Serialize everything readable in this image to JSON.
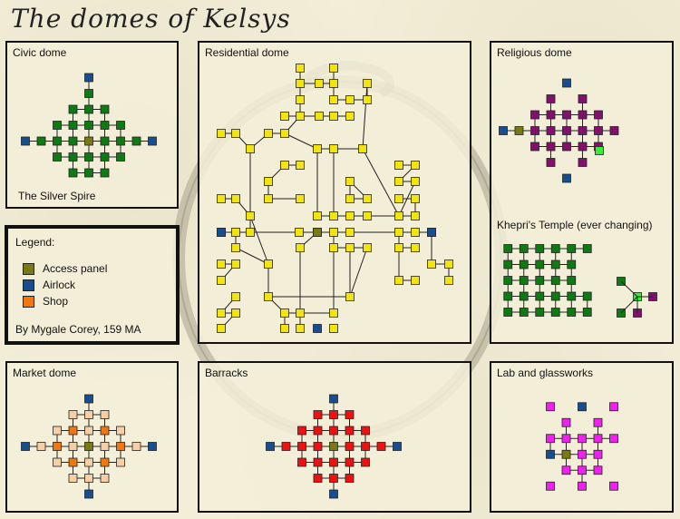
{
  "title": "The domes of Kelsys",
  "colors": {
    "background": "#f3eed8",
    "civic": "#0f7a14",
    "access": "#7a7a14",
    "airlock": "#174e8f",
    "shop": "#f0780f",
    "residential": "#f2e40e",
    "religious": "#84106e",
    "religious_highlight": "#34f034",
    "market": "#f7cfa6",
    "barracks": "#ee1111",
    "lab": "#f020f0",
    "serpent": "#a7a28c"
  },
  "panels": {
    "civic": {
      "title": "Civic dome",
      "note": "The Silver Spire"
    },
    "residential": {
      "title": "Residential dome"
    },
    "religious": {
      "title": "Religious dome",
      "subtitle": "Khepri's Temple (ever changing)"
    },
    "market": {
      "title": "Market dome"
    },
    "barracks": {
      "title": "Barracks"
    },
    "lab": {
      "title": "Lab and glassworks"
    }
  },
  "legend": {
    "heading": "Legend:",
    "items": [
      {
        "label": "Access panel",
        "color": "#7a7a14"
      },
      {
        "label": "Airlock",
        "color": "#174e8f"
      },
      {
        "label": "Shop",
        "color": "#f0780f"
      }
    ],
    "credit": "By Mygale Corey, 159 MA"
  }
}
